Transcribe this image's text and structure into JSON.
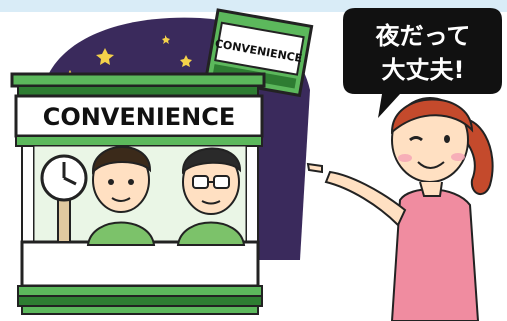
{
  "store": {
    "front_sign_text": "CONVENIENCE",
    "pole_sign_text": "CONVENIENCE"
  },
  "speech_bubble": {
    "line1": "夜だって",
    "line2": "大丈夫!"
  },
  "colors": {
    "night_sky": "#3a2a5c",
    "store_green": "#5cb85c",
    "store_green_dark": "#2e7d32",
    "staff_shirt": "#7cc26a",
    "woman_top": "#f08ca0",
    "woman_hair": "#c44a2c",
    "bubble_fill": "#111111",
    "bubble_text": "#ffffff",
    "clock_face": "#ffffff",
    "stars": "#f5d24a",
    "top_band": "#d9ecf7"
  },
  "icons": {
    "clock": "clock-icon",
    "star": "star-icon"
  }
}
